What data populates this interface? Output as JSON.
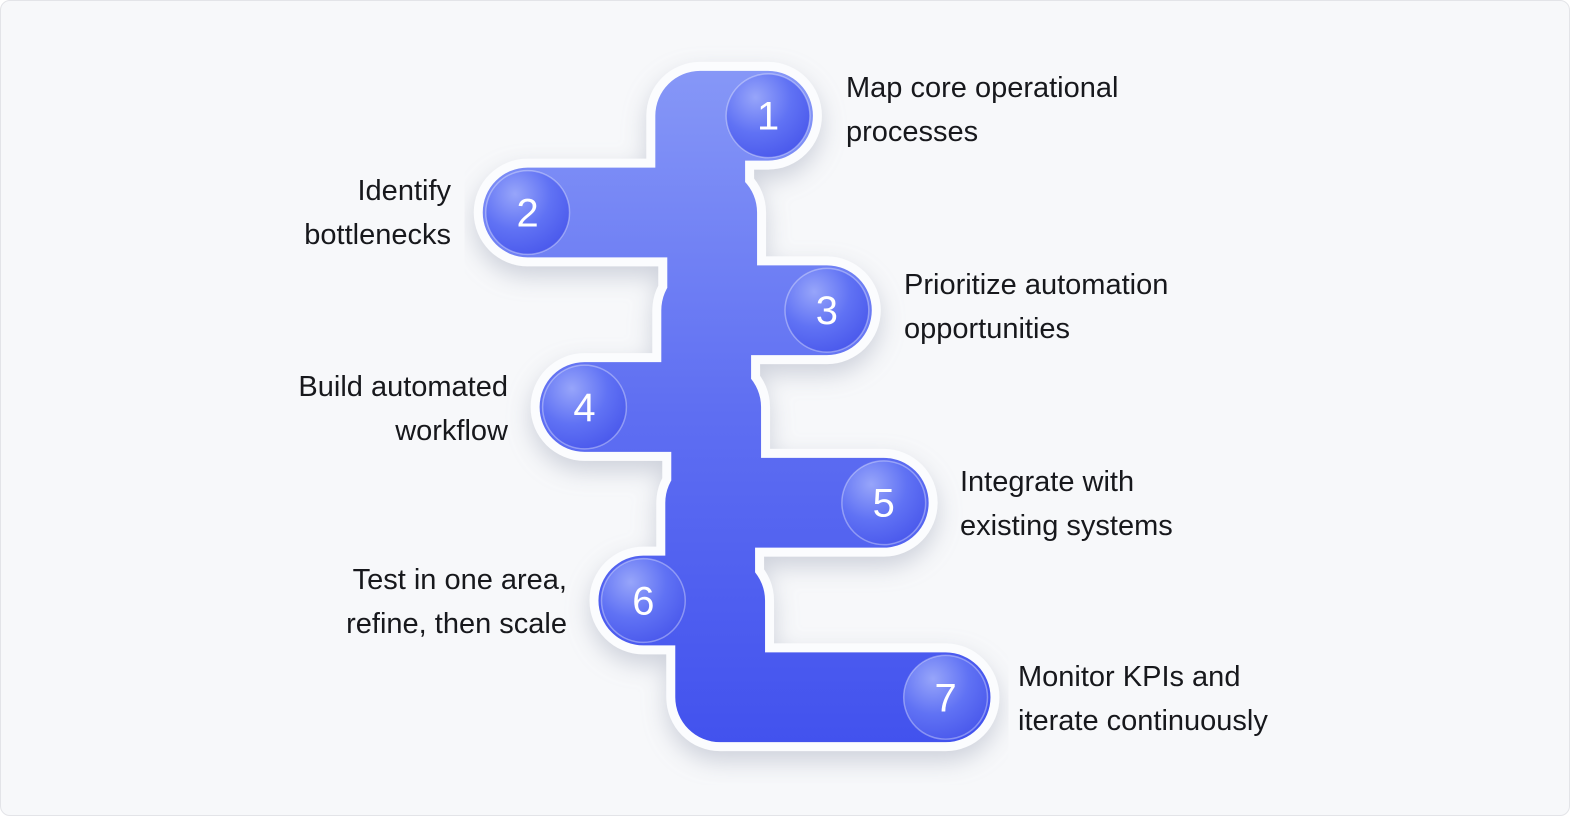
{
  "diagram": {
    "type": "process-flow-snake",
    "step_count": 7
  },
  "colors": {
    "background": "#f7f8fa",
    "ribbon_top": "#8697f7",
    "ribbon_mid": "#5f6ff2",
    "ribbon_bottom": "#4252ee",
    "ribbon_outline": "#fbfcfe",
    "ball_highlight": "#97a5fa",
    "ball_mid": "#6072f4",
    "ball_edge": "#4553ea",
    "number_text": "#ffffff",
    "label_text": "#17181c"
  },
  "steps": [
    {
      "number": "1",
      "line1": "Map core operational",
      "line2": "processes",
      "side": "right"
    },
    {
      "number": "2",
      "line1": "Identify",
      "line2": "bottlenecks",
      "side": "left"
    },
    {
      "number": "3",
      "line1": "Prioritize automation",
      "line2": "opportunities",
      "side": "right"
    },
    {
      "number": "4",
      "line1": "Build automated",
      "line2": "workflow",
      "side": "left"
    },
    {
      "number": "5",
      "line1": "Integrate with",
      "line2": "existing systems",
      "side": "right"
    },
    {
      "number": "6",
      "line1": "Test in one area,",
      "line2": "refine, then scale",
      "side": "left"
    },
    {
      "number": "7",
      "line1": "Monitor KPIs and",
      "line2": "iterate continuously",
      "side": "right"
    }
  ]
}
